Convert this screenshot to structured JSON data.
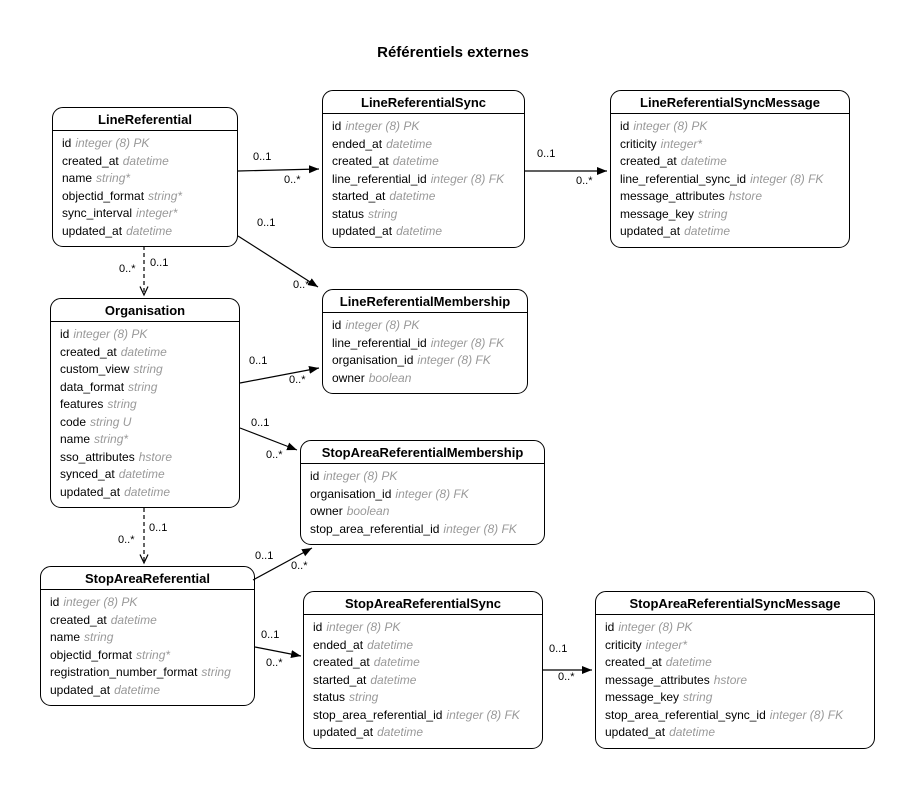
{
  "title": "Référentiels externes",
  "tables": [
    {
      "name": "LineReferential",
      "fields": [
        {
          "name": "id",
          "type": "integer (8) PK"
        },
        {
          "name": "created_at",
          "type": "datetime"
        },
        {
          "name": "name",
          "type": "string*"
        },
        {
          "name": "objectid_format",
          "type": "string*"
        },
        {
          "name": "sync_interval",
          "type": "integer*"
        },
        {
          "name": "updated_at",
          "type": "datetime"
        }
      ]
    },
    {
      "name": "LineReferentialSync",
      "fields": [
        {
          "name": "id",
          "type": "integer (8) PK"
        },
        {
          "name": "ended_at",
          "type": "datetime"
        },
        {
          "name": "created_at",
          "type": "datetime"
        },
        {
          "name": "line_referential_id",
          "type": "integer (8) FK"
        },
        {
          "name": "started_at",
          "type": "datetime"
        },
        {
          "name": "status",
          "type": "string"
        },
        {
          "name": "updated_at",
          "type": "datetime"
        }
      ]
    },
    {
      "name": "LineReferentialSyncMessage",
      "fields": [
        {
          "name": "id",
          "type": "integer (8) PK"
        },
        {
          "name": "criticity",
          "type": "integer*"
        },
        {
          "name": "created_at",
          "type": "datetime"
        },
        {
          "name": "line_referential_sync_id",
          "type": "integer (8) FK"
        },
        {
          "name": "message_attributes",
          "type": "hstore"
        },
        {
          "name": "message_key",
          "type": "string"
        },
        {
          "name": "updated_at",
          "type": "datetime"
        }
      ]
    },
    {
      "name": "Organisation",
      "fields": [
        {
          "name": "id",
          "type": "integer (8) PK"
        },
        {
          "name": "created_at",
          "type": "datetime"
        },
        {
          "name": "custom_view",
          "type": "string"
        },
        {
          "name": "data_format",
          "type": "string"
        },
        {
          "name": "features",
          "type": "string"
        },
        {
          "name": "code",
          "type": "string U"
        },
        {
          "name": "name",
          "type": "string*"
        },
        {
          "name": "sso_attributes",
          "type": "hstore"
        },
        {
          "name": "synced_at",
          "type": "datetime"
        },
        {
          "name": "updated_at",
          "type": "datetime"
        }
      ]
    },
    {
      "name": "LineReferentialMembership",
      "fields": [
        {
          "name": "id",
          "type": "integer (8) PK"
        },
        {
          "name": "line_referential_id",
          "type": "integer (8) FK"
        },
        {
          "name": "organisation_id",
          "type": "integer (8) FK"
        },
        {
          "name": "owner",
          "type": "boolean"
        }
      ]
    },
    {
      "name": "StopAreaReferentialMembership",
      "fields": [
        {
          "name": "id",
          "type": "integer (8) PK"
        },
        {
          "name": "organisation_id",
          "type": "integer (8) FK"
        },
        {
          "name": "owner",
          "type": "boolean"
        },
        {
          "name": "stop_area_referential_id",
          "type": "integer (8) FK"
        }
      ]
    },
    {
      "name": "StopAreaReferential",
      "fields": [
        {
          "name": "id",
          "type": "integer (8) PK"
        },
        {
          "name": "created_at",
          "type": "datetime"
        },
        {
          "name": "name",
          "type": "string"
        },
        {
          "name": "objectid_format",
          "type": "string*"
        },
        {
          "name": "registration_number_format",
          "type": "string"
        },
        {
          "name": "updated_at",
          "type": "datetime"
        }
      ]
    },
    {
      "name": "StopAreaReferentialSync",
      "fields": [
        {
          "name": "id",
          "type": "integer (8) PK"
        },
        {
          "name": "ended_at",
          "type": "datetime"
        },
        {
          "name": "created_at",
          "type": "datetime"
        },
        {
          "name": "started_at",
          "type": "datetime"
        },
        {
          "name": "status",
          "type": "string"
        },
        {
          "name": "stop_area_referential_id",
          "type": "integer (8) FK"
        },
        {
          "name": "updated_at",
          "type": "datetime"
        }
      ]
    },
    {
      "name": "StopAreaReferentialSyncMessage",
      "fields": [
        {
          "name": "id",
          "type": "integer (8) PK"
        },
        {
          "name": "criticity",
          "type": "integer*"
        },
        {
          "name": "created_at",
          "type": "datetime"
        },
        {
          "name": "message_attributes",
          "type": "hstore"
        },
        {
          "name": "message_key",
          "type": "string"
        },
        {
          "name": "stop_area_referential_sync_id",
          "type": "integer (8) FK"
        },
        {
          "name": "updated_at",
          "type": "datetime"
        }
      ]
    }
  ],
  "relations": [
    {
      "id": "line-referential-to-sync",
      "label_a": "0..1",
      "label_b": "0..*"
    },
    {
      "id": "line-referential-to-membership",
      "label_a": "0..1",
      "label_b": "0..*"
    },
    {
      "id": "line-sync-to-sync-message",
      "label_a": "0..1",
      "label_b": "0..*"
    },
    {
      "id": "line-referential-to-organisation",
      "label_a": "0..1",
      "label_b": "0..*"
    },
    {
      "id": "organisation-to-line-membership",
      "label_a": "0..1",
      "label_b": "0..*"
    },
    {
      "id": "organisation-to-stop-area-membership",
      "label_a": "0..1",
      "label_b": "0..*"
    },
    {
      "id": "organisation-to-stop-area-referential",
      "label_a": "0..1",
      "label_b": "0..*"
    },
    {
      "id": "stop-area-referential-to-membership",
      "label_a": "0..1",
      "label_b": "0..*"
    },
    {
      "id": "stop-area-referential-to-sync",
      "label_a": "0..1",
      "label_b": "0..*"
    },
    {
      "id": "stop-area-sync-to-sync-message",
      "label_a": "0..1",
      "label_b": "0..*"
    }
  ]
}
